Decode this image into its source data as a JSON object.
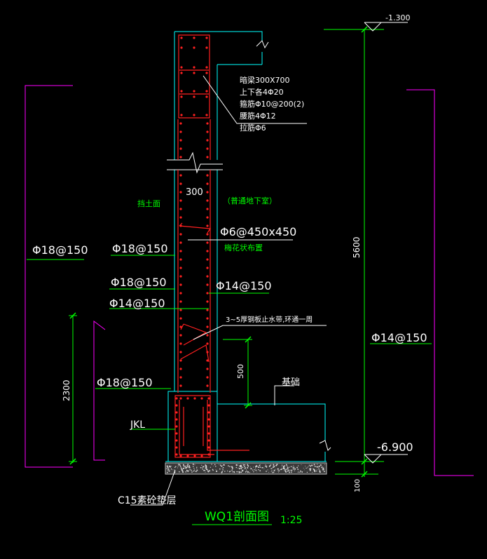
{
  "title": "WQ1剖面图",
  "scale": "1:25",
  "colors": {
    "background": "#000000",
    "wall_outline": "#00ffff",
    "rebar": "#ff2020",
    "leader": "#ffffff",
    "label_green": "#00ff00",
    "dimension": "#00ff00",
    "magenta": "#ff00ff",
    "yellow": "#ffff00",
    "ground": "#c0c0c0"
  },
  "elevations": {
    "top": "-1.300",
    "bottom": "-6.900"
  },
  "dimensions": {
    "wall_width": "300",
    "total_height": "5600",
    "lower_height": "2300",
    "waterstop_height": "500",
    "pad_thickness": "100"
  },
  "beam_note": [
    "暗梁300X700",
    "上下各4Φ20",
    "箍筋Φ10@200(2)",
    "腰筋4Φ12",
    "拉筋Φ6"
  ],
  "labels": {
    "soil_face": "挡土面",
    "soil_face_note": "（普通地下室）",
    "tie_bar": "Φ6@450x450",
    "tie_bar_note": "梅花状布置",
    "far_left_bar": "Φ18@150",
    "left_upper_bar": "Φ18@150",
    "left_middle_bar": "Φ18@150",
    "left_lower_bar": "Φ14@150",
    "right_inner_bar": "Φ14@150",
    "right_far_bar": "Φ14@150",
    "bottom_left_bar": "Φ18@150",
    "waterstop": "3~5厚钢板止水带,环通一周",
    "foundation": "基础",
    "footing": "JKL",
    "pad": "C15素砼垫层"
  }
}
